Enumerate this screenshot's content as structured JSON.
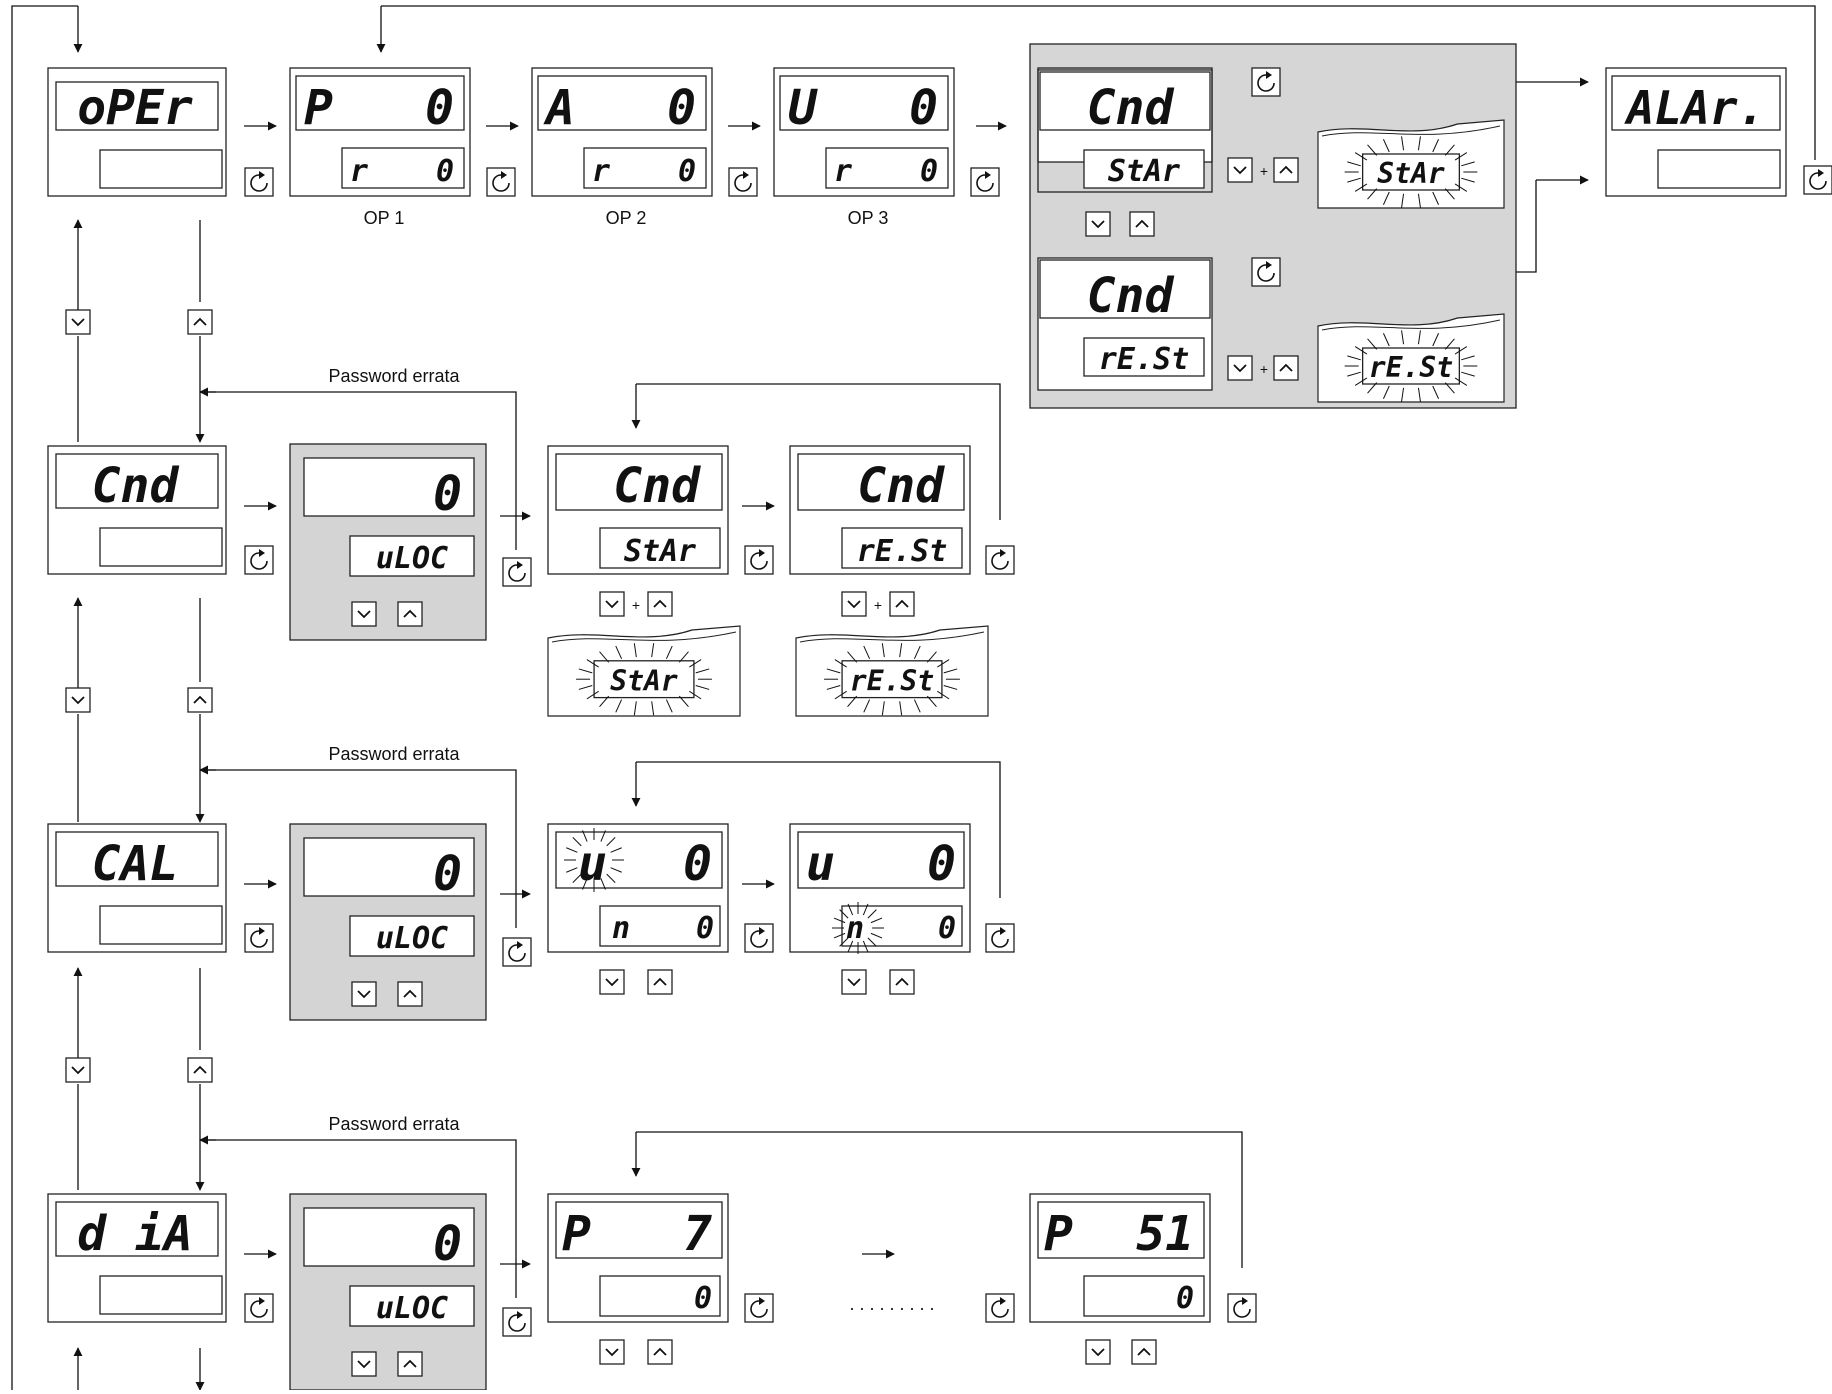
{
  "main_menu": [
    {
      "id": "oper",
      "top": "oPEr",
      "bottom": ""
    },
    {
      "id": "cnd",
      "top": "Cnd",
      "bottom": ""
    },
    {
      "id": "cal",
      "top": "CAL",
      "bottom": ""
    },
    {
      "id": "dia",
      "top": "d iA",
      "bottom": ""
    }
  ],
  "oper_params": [
    {
      "id": "op1",
      "top_left": "P",
      "top_right": "0",
      "bottom_left": "r",
      "bottom_right": "0",
      "caption": "OP 1"
    },
    {
      "id": "op2",
      "top_left": "A",
      "top_right": "0",
      "bottom_left": "r",
      "bottom_right": "0",
      "caption": "OP 2"
    },
    {
      "id": "op3",
      "top_left": "U",
      "top_right": "0",
      "bottom_left": "r",
      "bottom_right": "0",
      "caption": "OP 3"
    }
  ],
  "cmd_panel": {
    "start": {
      "top": "Cnd",
      "bottom": "StAr",
      "blink": "StAr"
    },
    "reset": {
      "top": "Cnd",
      "bottom": "rE.St",
      "blink": "rE.St"
    }
  },
  "alarm": {
    "top": "ALAr.",
    "bottom": ""
  },
  "password": {
    "top": "0",
    "bottom": "uLOC"
  },
  "password_error": "Password errata",
  "cnd_row": {
    "start": {
      "top": "Cnd",
      "bottom": "StAr",
      "blink": "StAr"
    },
    "reset": {
      "top": "Cnd",
      "bottom": "rE.St",
      "blink": "rE.St"
    }
  },
  "cal_row": [
    {
      "top_left": "u",
      "top_right": "0",
      "bottom_left": "n",
      "bottom_right": "0"
    },
    {
      "top_left": "u",
      "top_right": "0",
      "bottom_left": "n",
      "bottom_right": "0"
    }
  ],
  "dia_row": {
    "first": {
      "top_left": "P",
      "top_right": "7",
      "bottom": "0"
    },
    "last": {
      "top_left": "P",
      "top_right": "51",
      "bottom": "0"
    },
    "ellipsis": ". . . . . . . . ."
  },
  "plus_sign": "+"
}
